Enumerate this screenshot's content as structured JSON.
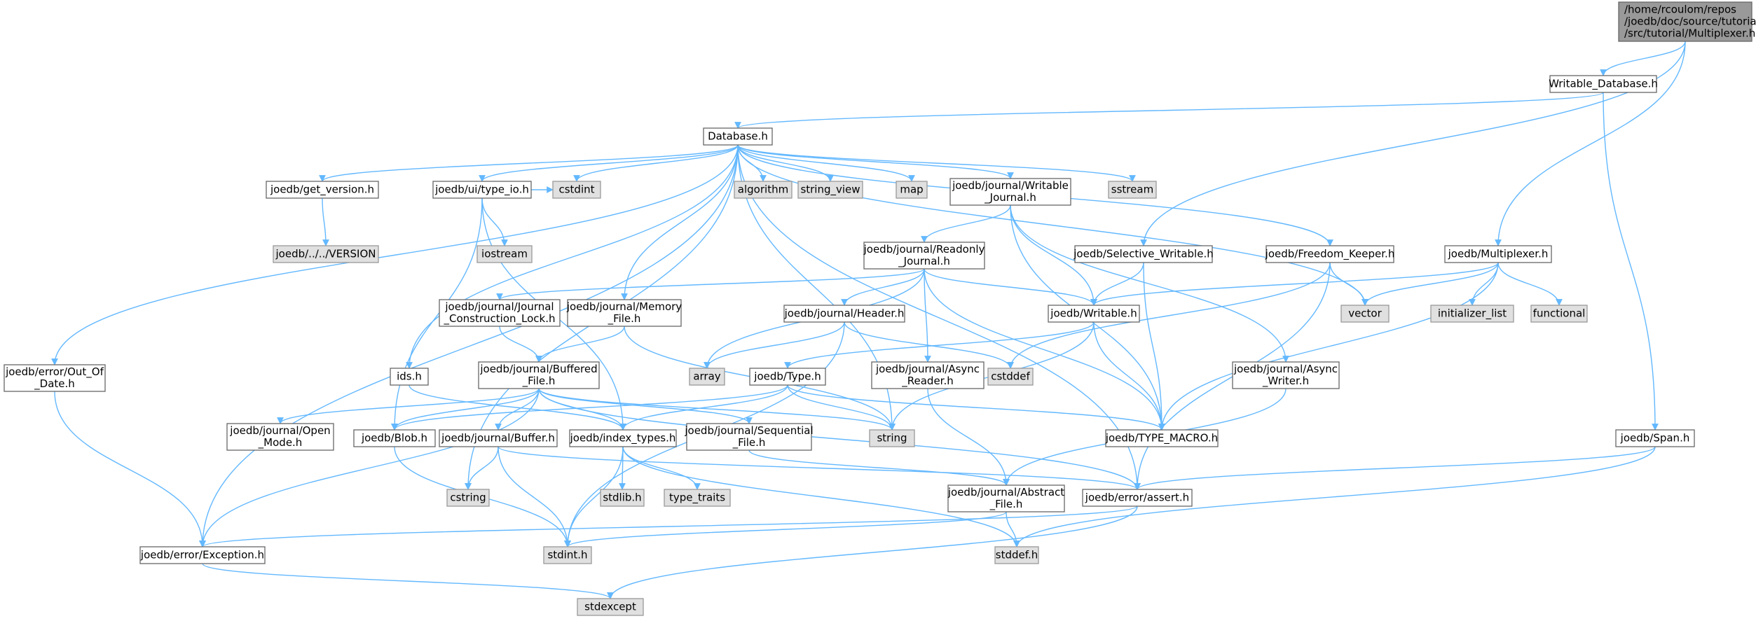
{
  "graph": {
    "edge_color": "#63b8ff",
    "node_border": "#666666",
    "system_fill": "#e0e0e0",
    "root_fill": "#999999",
    "nodes": [
      {
        "id": "root",
        "kind": "root",
        "lines": [
          "/home/rcoulom/repos",
          "/joedb/doc/source/tutorial",
          "/src/tutorial/Multiplexer.h"
        ]
      },
      {
        "id": "writable_database",
        "kind": "normal",
        "lines": [
          "Writable_Database.h"
        ]
      },
      {
        "id": "database",
        "kind": "normal",
        "lines": [
          "Database.h"
        ]
      },
      {
        "id": "get_version",
        "kind": "normal",
        "lines": [
          "joedb/get_version.h"
        ]
      },
      {
        "id": "version",
        "kind": "system",
        "lines": [
          "joedb/../../VERSION"
        ]
      },
      {
        "id": "type_io",
        "kind": "normal",
        "lines": [
          "joedb/ui/type_io.h"
        ]
      },
      {
        "id": "iostream",
        "kind": "system",
        "lines": [
          "iostream"
        ]
      },
      {
        "id": "cstdint",
        "kind": "system",
        "lines": [
          "cstdint"
        ]
      },
      {
        "id": "algorithm",
        "kind": "system",
        "lines": [
          "algorithm"
        ]
      },
      {
        "id": "string_view",
        "kind": "system",
        "lines": [
          "string_view"
        ]
      },
      {
        "id": "map",
        "kind": "system",
        "lines": [
          "map"
        ]
      },
      {
        "id": "writable_journal",
        "kind": "normal",
        "lines": [
          "joedb/journal/Writable",
          "_Journal.h"
        ]
      },
      {
        "id": "sstream",
        "kind": "system",
        "lines": [
          "sstream"
        ]
      },
      {
        "id": "selective_writable",
        "kind": "normal",
        "lines": [
          "joedb/Selective_Writable.h"
        ]
      },
      {
        "id": "freedom_keeper",
        "kind": "normal",
        "lines": [
          "joedb/Freedom_Keeper.h"
        ]
      },
      {
        "id": "multiplexer",
        "kind": "normal",
        "lines": [
          "joedb/Multiplexer.h"
        ]
      },
      {
        "id": "readonly_journal",
        "kind": "normal",
        "lines": [
          "joedb/journal/Readonly",
          "_Journal.h"
        ]
      },
      {
        "id": "construction_lock",
        "kind": "normal",
        "lines": [
          "joedb/journal/Journal",
          "_Construction_Lock.h"
        ]
      },
      {
        "id": "memory_file",
        "kind": "normal",
        "lines": [
          "joedb/journal/Memory",
          "_File.h"
        ]
      },
      {
        "id": "header",
        "kind": "normal",
        "lines": [
          "joedb/journal/Header.h"
        ]
      },
      {
        "id": "writable",
        "kind": "normal",
        "lines": [
          "joedb/Writable.h"
        ]
      },
      {
        "id": "vector",
        "kind": "system",
        "lines": [
          "vector"
        ]
      },
      {
        "id": "initializer_list",
        "kind": "system",
        "lines": [
          "initializer_list"
        ]
      },
      {
        "id": "functional",
        "kind": "system",
        "lines": [
          "functional"
        ]
      },
      {
        "id": "out_of_date",
        "kind": "normal",
        "lines": [
          "joedb/error/Out_Of",
          "_Date.h"
        ]
      },
      {
        "id": "ids",
        "kind": "normal",
        "lines": [
          "ids.h"
        ]
      },
      {
        "id": "buffered_file",
        "kind": "normal",
        "lines": [
          "joedb/journal/Buffered",
          "_File.h"
        ]
      },
      {
        "id": "array",
        "kind": "system",
        "lines": [
          "array"
        ]
      },
      {
        "id": "async_reader",
        "kind": "normal",
        "lines": [
          "joedb/journal/Async",
          "_Reader.h"
        ]
      },
      {
        "id": "cstddef",
        "kind": "system",
        "lines": [
          "cstddef"
        ]
      },
      {
        "id": "async_writer",
        "kind": "normal",
        "lines": [
          "joedb/journal/Async",
          "_Writer.h"
        ]
      },
      {
        "id": "type",
        "kind": "normal",
        "lines": [
          "joedb/Type.h"
        ]
      },
      {
        "id": "open_mode",
        "kind": "normal",
        "lines": [
          "joedb/journal/Open",
          "_Mode.h"
        ]
      },
      {
        "id": "blob",
        "kind": "normal",
        "lines": [
          "joedb/Blob.h"
        ]
      },
      {
        "id": "buffer",
        "kind": "normal",
        "lines": [
          "joedb/journal/Buffer.h"
        ]
      },
      {
        "id": "index_types",
        "kind": "normal",
        "lines": [
          "joedb/index_types.h"
        ]
      },
      {
        "id": "sequential_file",
        "kind": "normal",
        "lines": [
          "joedb/journal/Sequential",
          "_File.h"
        ]
      },
      {
        "id": "string",
        "kind": "system",
        "lines": [
          "string"
        ]
      },
      {
        "id": "type_macro",
        "kind": "normal",
        "lines": [
          "joedb/TYPE_MACRO.h"
        ]
      },
      {
        "id": "span",
        "kind": "normal",
        "lines": [
          "joedb/Span.h"
        ]
      },
      {
        "id": "cstring",
        "kind": "system",
        "lines": [
          "cstring"
        ]
      },
      {
        "id": "stdlib",
        "kind": "system",
        "lines": [
          "stdlib.h"
        ]
      },
      {
        "id": "type_traits",
        "kind": "system",
        "lines": [
          "type_traits"
        ]
      },
      {
        "id": "abstract_file",
        "kind": "normal",
        "lines": [
          "joedb/journal/Abstract",
          "_File.h"
        ]
      },
      {
        "id": "assert",
        "kind": "normal",
        "lines": [
          "joedb/error/assert.h"
        ]
      },
      {
        "id": "exception",
        "kind": "normal",
        "lines": [
          "joedb/error/Exception.h"
        ]
      },
      {
        "id": "stdint",
        "kind": "system",
        "lines": [
          "stdint.h"
        ]
      },
      {
        "id": "stddef",
        "kind": "system",
        "lines": [
          "stddef.h"
        ]
      },
      {
        "id": "stdexcept",
        "kind": "system",
        "lines": [
          "stdexcept"
        ]
      }
    ],
    "edges": [
      [
        "root",
        "writable_database"
      ],
      [
        "root",
        "selective_writable"
      ],
      [
        "root",
        "multiplexer"
      ],
      [
        "writable_database",
        "database"
      ],
      [
        "writable_database",
        "span"
      ],
      [
        "database",
        "get_version"
      ],
      [
        "database",
        "type_io"
      ],
      [
        "database",
        "cstdint"
      ],
      [
        "database",
        "algorithm"
      ],
      [
        "database",
        "string_view"
      ],
      [
        "database",
        "map"
      ],
      [
        "database",
        "writable_journal"
      ],
      [
        "database",
        "sstream"
      ],
      [
        "database",
        "freedom_keeper"
      ],
      [
        "database",
        "vector"
      ],
      [
        "database",
        "memory_file"
      ],
      [
        "database",
        "ids"
      ],
      [
        "database",
        "out_of_date"
      ],
      [
        "database",
        "exception"
      ],
      [
        "database",
        "cstring"
      ],
      [
        "database",
        "string"
      ],
      [
        "database",
        "assert"
      ],
      [
        "get_version",
        "version"
      ],
      [
        "type_io",
        "iostream"
      ],
      [
        "type_io",
        "cstdint"
      ],
      [
        "type_io",
        "blob"
      ],
      [
        "type_io",
        "index_types"
      ],
      [
        "writable_journal",
        "readonly_journal"
      ],
      [
        "writable_journal",
        "writable"
      ],
      [
        "writable_journal",
        "async_writer"
      ],
      [
        "writable_journal",
        "type_macro"
      ],
      [
        "selective_writable",
        "writable"
      ],
      [
        "selective_writable",
        "type_macro"
      ],
      [
        "freedom_keeper",
        "vector"
      ],
      [
        "freedom_keeper",
        "cstddef"
      ],
      [
        "freedom_keeper",
        "assert"
      ],
      [
        "multiplexer",
        "writable"
      ],
      [
        "multiplexer",
        "vector"
      ],
      [
        "multiplexer",
        "initializer_list"
      ],
      [
        "multiplexer",
        "functional"
      ],
      [
        "multiplexer",
        "type_macro"
      ],
      [
        "readonly_journal",
        "construction_lock"
      ],
      [
        "readonly_journal",
        "header"
      ],
      [
        "readonly_journal",
        "writable"
      ],
      [
        "readonly_journal",
        "array"
      ],
      [
        "readonly_journal",
        "async_reader"
      ],
      [
        "readonly_journal",
        "type_macro"
      ],
      [
        "construction_lock",
        "buffered_file"
      ],
      [
        "memory_file",
        "buffered_file"
      ],
      [
        "memory_file",
        "string"
      ],
      [
        "header",
        "array"
      ],
      [
        "header",
        "cstddef"
      ],
      [
        "header",
        "stdint"
      ],
      [
        "writable",
        "type"
      ],
      [
        "writable",
        "type_macro"
      ],
      [
        "writable",
        "string"
      ],
      [
        "out_of_date",
        "exception"
      ],
      [
        "ids",
        "index_types"
      ],
      [
        "buffered_file",
        "open_mode"
      ],
      [
        "buffered_file",
        "blob"
      ],
      [
        "buffered_file",
        "buffer"
      ],
      [
        "buffered_file",
        "index_types"
      ],
      [
        "buffered_file",
        "sequential_file"
      ],
      [
        "buffered_file",
        "string"
      ],
      [
        "buffered_file",
        "exception"
      ],
      [
        "buffered_file",
        "assert"
      ],
      [
        "async_reader",
        "abstract_file"
      ],
      [
        "async_writer",
        "abstract_file"
      ],
      [
        "type",
        "blob"
      ],
      [
        "type",
        "index_types"
      ],
      [
        "type",
        "string"
      ],
      [
        "type",
        "type_macro"
      ],
      [
        "blob",
        "stdint"
      ],
      [
        "buffer",
        "cstring"
      ],
      [
        "buffer",
        "stdint"
      ],
      [
        "buffer",
        "assert"
      ],
      [
        "index_types",
        "stdlib"
      ],
      [
        "index_types",
        "type_traits"
      ],
      [
        "index_types",
        "stdint"
      ],
      [
        "index_types",
        "stddef"
      ],
      [
        "sequential_file",
        "abstract_file"
      ],
      [
        "span",
        "assert"
      ],
      [
        "span",
        "stddef"
      ],
      [
        "abstract_file",
        "stdint"
      ],
      [
        "abstract_file",
        "stddef"
      ],
      [
        "assert",
        "exception"
      ],
      [
        "assert",
        "stdexcept"
      ],
      [
        "exception",
        "stdexcept"
      ]
    ]
  }
}
